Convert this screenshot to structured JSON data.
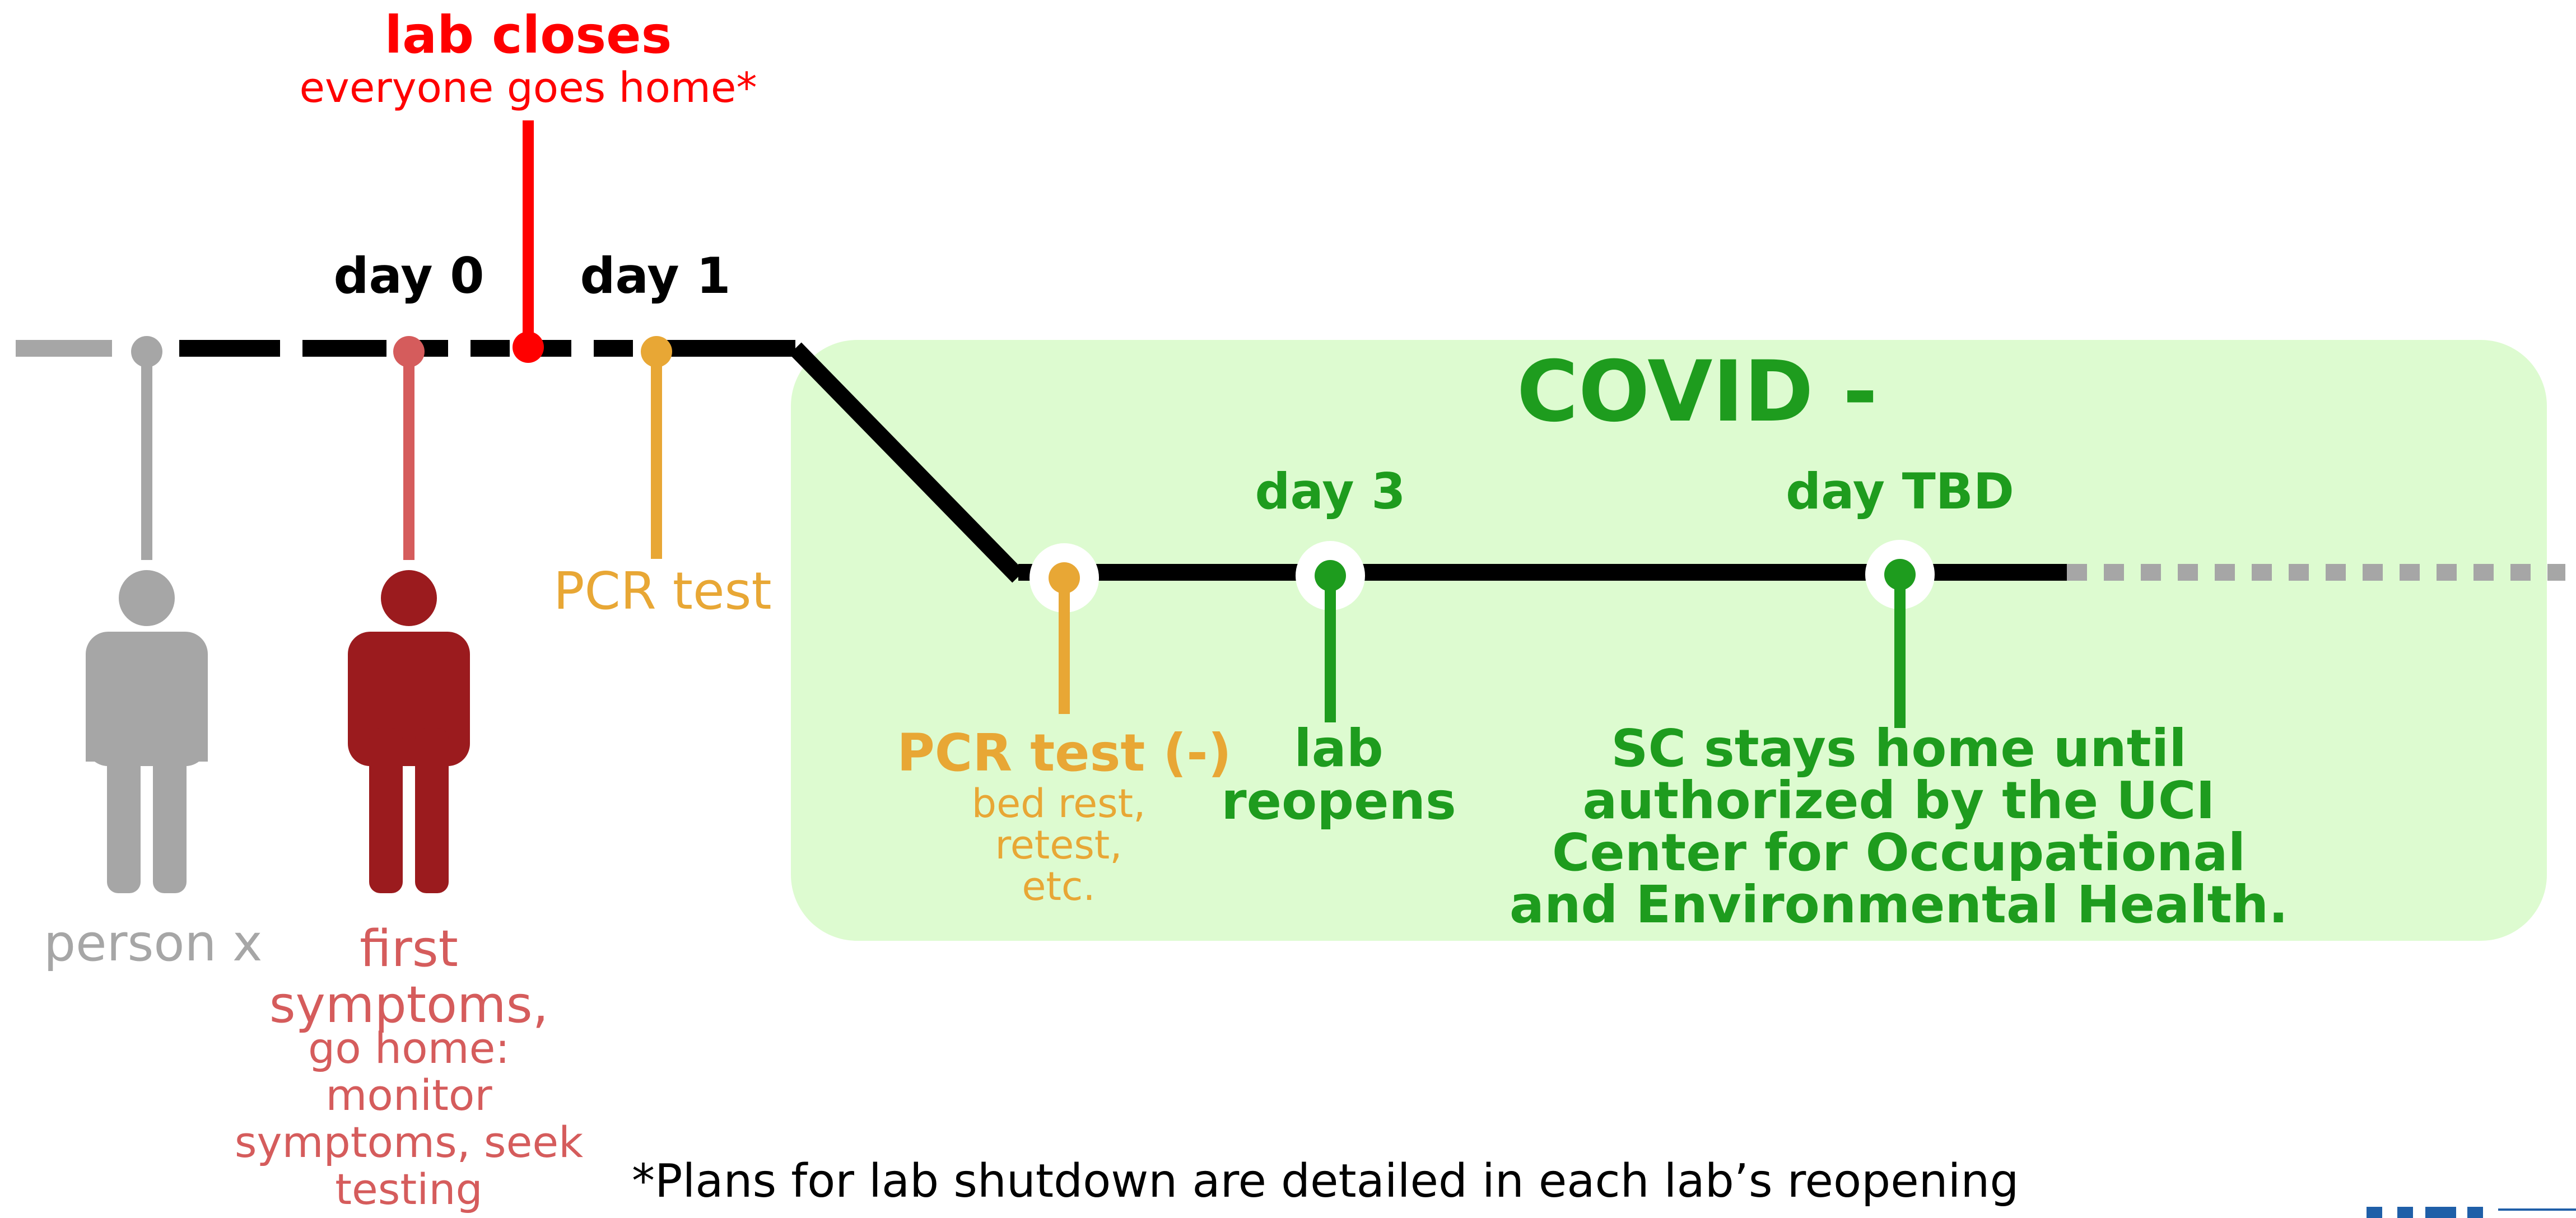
{
  "events": {
    "lab_closes": {
      "title": "lab closes",
      "subtitle": "everyone goes home*"
    },
    "day0": {
      "label": "day 0"
    },
    "day1": {
      "label": "day 1"
    },
    "person_x": {
      "label": "person x"
    },
    "first_symptoms": {
      "title_line1": "first",
      "title_line2": "symptoms,",
      "detail_line1": "go home:",
      "detail_line2": "monitor",
      "detail_line3": "symptoms, seek",
      "detail_line4": "testing"
    },
    "pcr_test": {
      "label": "PCR test"
    }
  },
  "covid_negative": {
    "title": "COVID -",
    "day3_label": "day 3",
    "day_tbd_label": "day TBD",
    "pcr_negative": {
      "title": "PCR test (-)",
      "line1": "bed rest,",
      "line2": "retest,",
      "line3": "etc."
    },
    "lab_reopens": {
      "line1": "lab",
      "line2": "reopens"
    },
    "sc_stays_home": {
      "line1": "SC stays home until",
      "line2": "authorized by the UCI",
      "line3": "Center for Occupational",
      "line4": "and Environmental Health."
    }
  },
  "footnote": {
    "line1": "*Plans for lab shutdown are detailed in each lab’s reopening"
  },
  "colors": {
    "black": "#000000",
    "grey": "#a6a6a6",
    "red": "#ff0000",
    "dark_red": "#9b1b1e",
    "light_red": "#d55c5c",
    "orange": "#e8a735",
    "green": "#1e9c1e",
    "panel_green": "#ddfbd0",
    "uci_blue": "#1f5fa8"
  },
  "icons": {
    "person_x": "person-icon",
    "first_symptoms": "person-icon"
  }
}
